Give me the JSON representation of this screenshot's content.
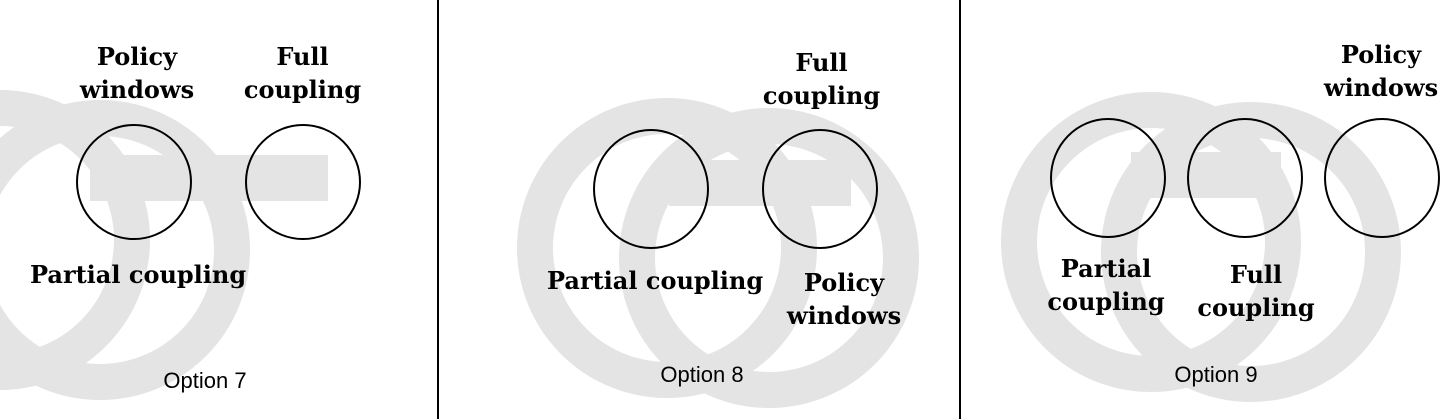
{
  "options": [
    {
      "caption": "Option 7",
      "labels": {
        "policy_windows": "Policy windows",
        "full_coupling": "Full coupling",
        "partial_coupling": "Partial coupling"
      }
    },
    {
      "caption": "Option 8",
      "labels": {
        "full_coupling": "Full coupling",
        "partial_coupling": "Partial coupling",
        "policy_windows": "Policy windows"
      }
    },
    {
      "caption": "Option 9",
      "labels": {
        "policy_windows": "Policy windows",
        "partial_coupling": "Partial coupling",
        "full_coupling": "Full coupling"
      }
    }
  ],
  "colors": {
    "watermark": "#e4e4e4",
    "stroke": "#000000"
  }
}
